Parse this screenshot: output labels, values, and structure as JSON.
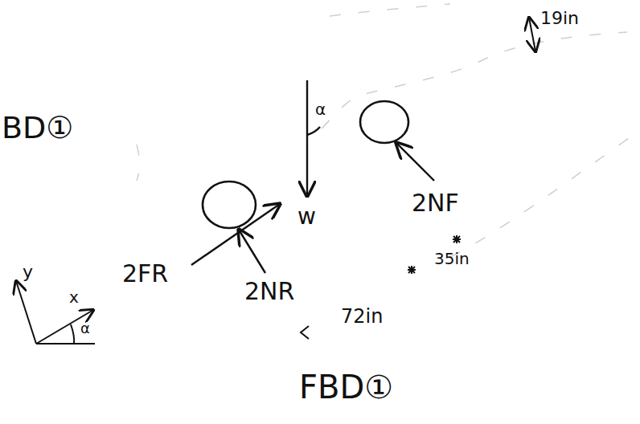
{
  "diagram": {
    "labels": [
      "BD①",
      "19in",
      "α",
      "w",
      "2NF",
      "2FR",
      "2NR",
      "72in",
      "35in",
      "FBD①",
      "y",
      "x",
      "α"
    ]
  }
}
